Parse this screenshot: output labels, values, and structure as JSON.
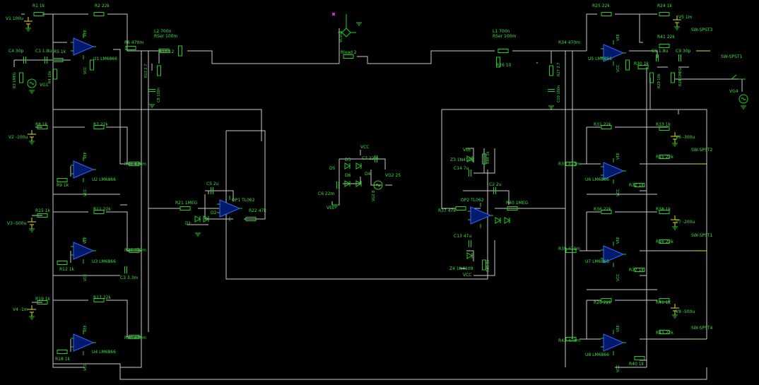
{
  "labels": {
    "R1": "R1 1k",
    "R2": "R2 22k",
    "V1": "V1 100u",
    "C4": "C4 30p",
    "C1": "C1 1.8u",
    "R5": "R5 1k",
    "R3": "R3 1MEG",
    "R4": "R4 10k",
    "VG1": "VG1",
    "U1": "U1 LM6866",
    "R6": "R6 470m",
    "L2": "L2 700n",
    "RSer2": "RSer 100m",
    "R12": "R12 12",
    "R13": "R13 2.7",
    "C8": "C8 100n",
    "VCC": "VCC",
    "VEE": "VEE",
    "R8": "R8 1k",
    "V2": "V2 -100u",
    "R7": "R7 22k",
    "R9": "R9 1k",
    "U2": "U2 LM6866",
    "R10": "R10 470m",
    "R15": "R15 1k",
    "V3": "V3 -500u",
    "R11": "R11 22k",
    "R12b": "R12 1k",
    "U3": "U3 LM6866",
    "R14": "R14 470m",
    "C3": "C3 3.3m",
    "R19": "R19 1k",
    "V4": "V4 -1m",
    "R17": "R17 22k",
    "R18": "R18 1k",
    "U4": "U4 LM6866",
    "R20": "R20 470m",
    "R21": "R21 1MEG",
    "C5": "C5 2u",
    "OP1": "OP1 TL062",
    "R22": "R22 47k",
    "D1": "D1",
    "D2": "D2",
    "VCVS1": "VCVS1",
    "Rload": "Rload 2",
    "VCCtop": "VCC",
    "D5": "D5",
    "D3": "D3",
    "D4": "D4",
    "D6": "D6",
    "C7": "C7 22m",
    "C6": "C6 22m",
    "VG2": "VG2 25",
    "VG2b": "VG2 8",
    "VEEmid": "VEE",
    "VCCmid": "VCC",
    "L1": "L1 700n",
    "RSer1": "RSer 100m",
    "R26": "R26 10",
    "R27": "R27 2.7",
    "C10": "C10 100n",
    "R34": "R34 470m",
    "R25": "R25 22k",
    "R24": "R24 1k",
    "V5": "V5 1m",
    "R41": "R41 22k",
    "U5": "U5 LM6866",
    "C9": "C9 1.8u",
    "C9b": "C9 30p",
    "R30": "R30 1k",
    "R29": "R29 10k",
    "R28": "R28 1MEG",
    "SW1": "SW-SPST3",
    "SW4": "SW-SPST1",
    "VG4": "VG4",
    "R44": "R44 1k",
    "Z3": "Z3 1N4109",
    "C14": "C14 7u",
    "C2": "C2 2u",
    "OP2": "OP2 TL062",
    "R37": "R37 47k",
    "R40": "R40 1MEG",
    "C13": "C13 47u",
    "Z4": "Z4 1N4109",
    "R45": "R45 1k",
    "R31": "R31 22k",
    "R33": "R33 1k",
    "V6": "V6 -300u",
    "R15b": "R15 22k",
    "SW2": "SW-SPST2",
    "R35": "R35 470m",
    "U6": "U6 LM6866",
    "R32": "R32 1k",
    "R36": "R36 22k",
    "R38": "R38 1k",
    "V7": "V7 -200u",
    "SW3": "SW-SPST1",
    "R16": "R16 22k",
    "R39": "R39 470m",
    "U7": "U7 LM6866",
    "R37b": "R37 1k",
    "R26b": "R26 22k",
    "R41b": "R41 1k",
    "V8": "V8 -500u",
    "R43": "R43 22k",
    "SW5": "SW-SPST4",
    "R42": "R42 470m",
    "U8": "U8 LM6866",
    "R40b": "R40 1k"
  },
  "colors": {
    "wire": "#c8c8c8",
    "component": "#1fd01f",
    "text": "#3ce03c",
    "opamp": "#001a6e",
    "accent": "#e0e020"
  }
}
